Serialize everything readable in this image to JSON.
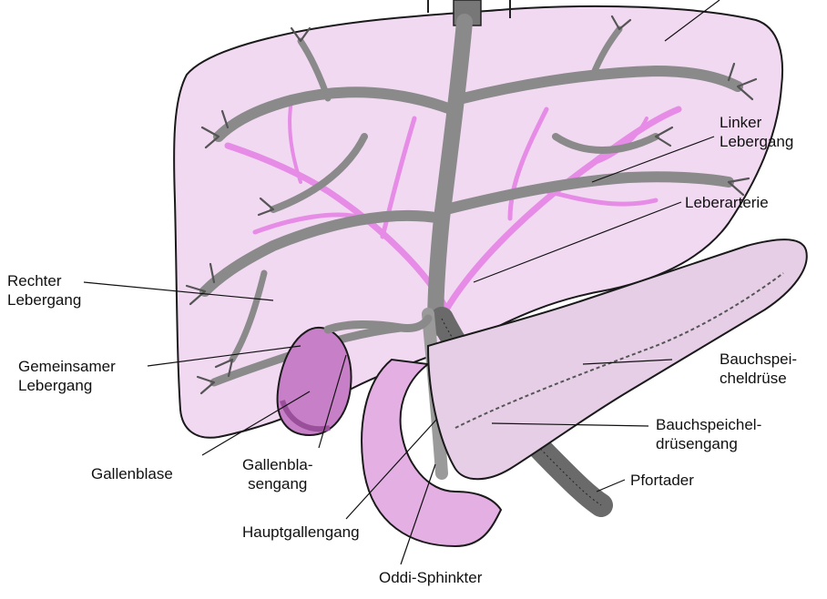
{
  "labels": {
    "linker_lebergang": [
      "Linker",
      "Lebergang"
    ],
    "leberarterie": "Leberarterie",
    "rechter_lebergang": [
      "Rechter",
      "Lebergang"
    ],
    "gemeinsamer_lebergang": [
      "Gemeinsamer",
      "Lebergang"
    ],
    "bauchspeicheldruese": [
      "Bauchspei-",
      "cheldrüse"
    ],
    "bauchspeicheldruesengang": [
      "Bauchspeichel-",
      "drüsengang"
    ],
    "pfortader": "Pfortader",
    "gallenblase": "Gallenblase",
    "gallenblasengang": [
      "Gallenbla-",
      "sengang"
    ],
    "hauptgallengang": "Hauptgallengang",
    "oddi_sphinkter": "Oddi-Sphinkter"
  },
  "colors": {
    "liver": "#f2d9f2",
    "liver_outline": "#1a1a1a",
    "duct_gray": "#8a8a8a",
    "artery_magenta": "#e68be6",
    "gallbladder": "#c77fc7",
    "gallbladder_dark": "#9a4f9a",
    "pancreas": "#e6cfe6",
    "duodenum": "#e4b0e4",
    "portal_vein": "#6a6a6a"
  }
}
